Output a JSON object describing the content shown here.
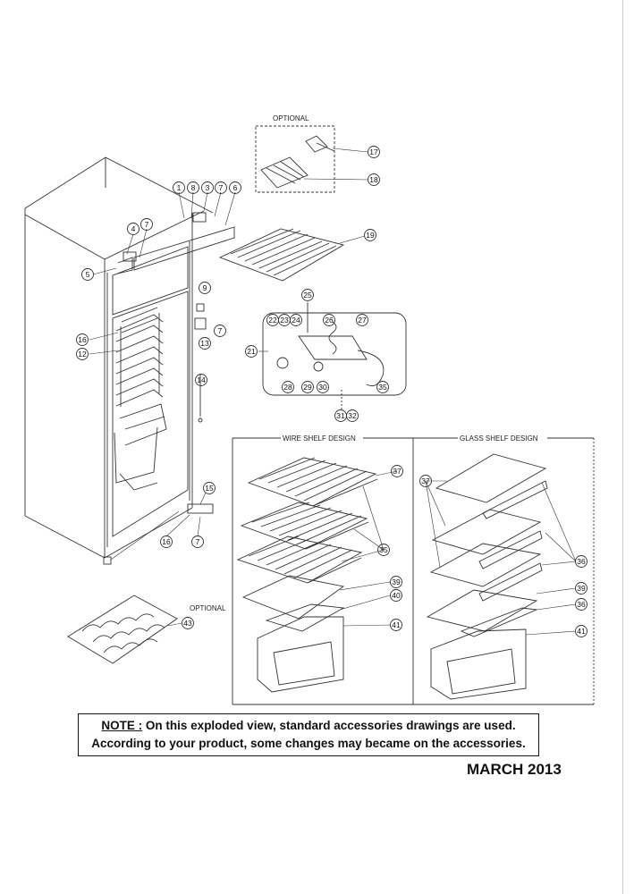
{
  "labels": {
    "optional_top": "OPTIONAL",
    "optional_bottom": "OPTIONAL",
    "wire_shelf_design": "WIRE SHELF DESIGN",
    "glass_shelf_design": "GLASS SHELF DESIGN"
  },
  "callouts": {
    "c1": "1",
    "c8a": "8",
    "c3": "3",
    "c7a": "7",
    "c6": "6",
    "c4": "4",
    "c7b": "7",
    "c5": "5",
    "c17": "17",
    "c18": "18",
    "c19": "19",
    "c9": "9",
    "c7c": "7",
    "c13": "13",
    "c16a": "16",
    "c12": "12",
    "c25": "25",
    "c21": "21",
    "c22": "22",
    "c23": "23",
    "c24": "24",
    "c26": "26",
    "c27": "27",
    "c28": "28",
    "c29": "29",
    "c30": "30",
    "c35a": "35",
    "c31": "31",
    "c32": "32",
    "c14": "14",
    "c15": "15",
    "c16b": "16",
    "c7d": "7",
    "c37a": "37",
    "c35b": "35",
    "c39a": "39",
    "c40": "40",
    "c41a": "41",
    "c43": "43",
    "c37b": "37",
    "c36a": "36",
    "c39b": "39",
    "c36b": "36",
    "c41b": "41"
  },
  "note": {
    "keyword": "NOTE :",
    "line1": " On this exploded view, standard accessories drawings are used.",
    "line2": "According to your product, some changes may became on the accessories."
  },
  "date": "MARCH 2013"
}
